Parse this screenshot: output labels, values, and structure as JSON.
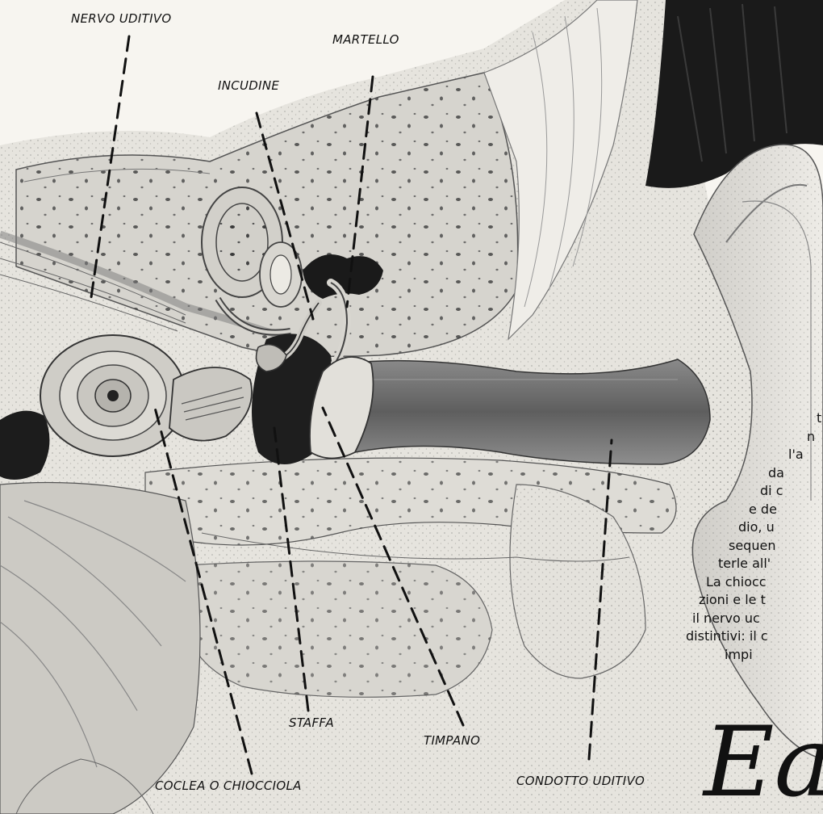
{
  "labels": {
    "nervo_uditivo": "NERVO UDITIVO",
    "martello": "MARTELLO",
    "incudine": "INCUDINE",
    "staffa": "STAFFA",
    "timpano": "TIMPANO",
    "coclea": "COCLEA O CHIOCCIOLA",
    "condotto": "CONDOTTO UDITIVO"
  },
  "body_text": [
    "t",
    "n",
    "l'a",
    "da",
    "di c",
    "e de",
    "dio, u",
    "sequen",
    "terle all'",
    "La chiocc",
    "zioni e le t",
    "il nervo uc",
    "distintivi: il c",
    "impi"
  ],
  "script_word": "Ea",
  "colors": {
    "background": "#f7f5f0",
    "ink": "#111111",
    "tissue": "#e2e0da",
    "bone": "#d4d2cc",
    "canal": "#6e6e6e",
    "hair": "#1a1a1a"
  }
}
